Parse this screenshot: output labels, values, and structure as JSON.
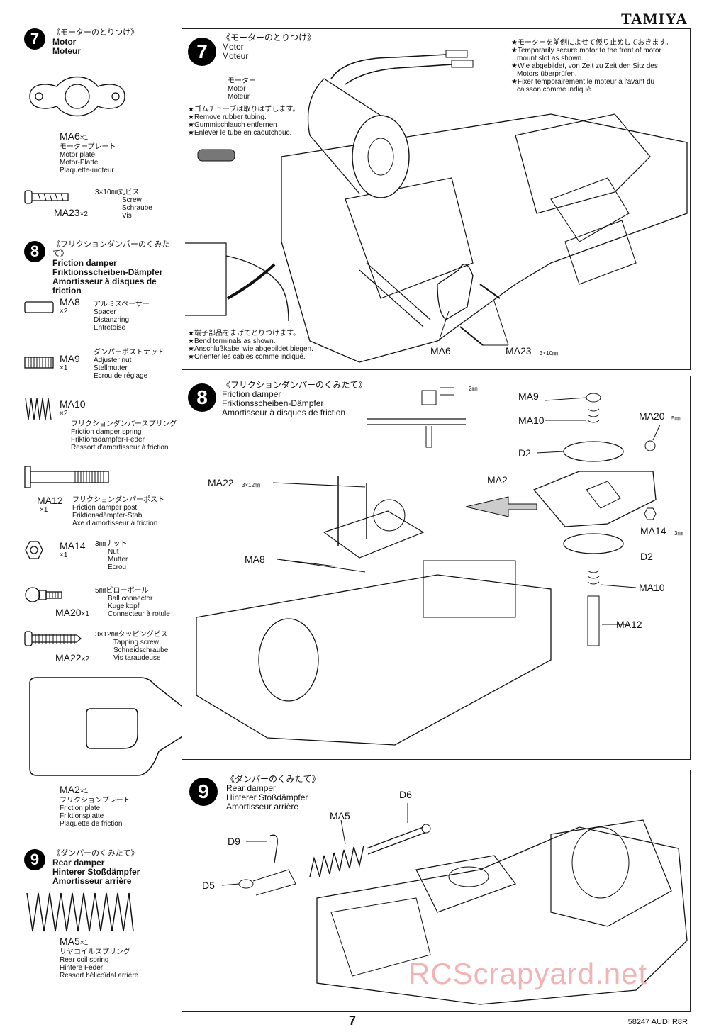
{
  "header": {
    "brand": "TAMIYA"
  },
  "footer": {
    "code": "58247 AUDI R8R",
    "page": "7"
  },
  "watermark": "RCScrapyard.net",
  "sidebar": {
    "step7": {
      "num": "7",
      "jp": "《モーターのとりつけ》",
      "en": "Motor",
      "fr": "Moteur",
      "parts": [
        {
          "id": "MA6",
          "qty": "×1",
          "jp": "モータープレート",
          "en": "Motor plate",
          "de": "Motor-Platte",
          "fr": "Plaquette-moteur"
        },
        {
          "id": "MA23",
          "qty": "×2",
          "size": "3×10㎜丸ビス",
          "en": "Screw",
          "de": "Schraube",
          "fr": "Vis"
        }
      ]
    },
    "step8": {
      "num": "8",
      "jp": "《フリクションダンパーのくみたて》",
      "en": "Friction damper",
      "de": "Friktionsscheiben-Dämpfer",
      "fr": "Amortisseur à disques de friction",
      "parts": [
        {
          "id": "MA8",
          "qty": "×2",
          "jp": "アルミスペーサー",
          "en": "Spacer",
          "de": "Distanzring",
          "fr": "Entretoise"
        },
        {
          "id": "MA9",
          "qty": "×1",
          "jp": "ダンパーポストナット",
          "en": "Adjuster nut",
          "de": "Stellmutter",
          "fr": "Ecrou de réglage"
        },
        {
          "id": "MA10",
          "qty": "×2",
          "jp": "フリクションダンパースプリング",
          "en": "Friction damper spring",
          "de": "Friktionsdämpfer-Feder",
          "fr": "Ressort d'amortisseur à friction"
        },
        {
          "id": "MA12",
          "qty": "×1",
          "jp": "フリクションダンパーポスト",
          "en": "Friction damper post",
          "de": "Friktionsdämpfer-Stab",
          "fr": "Axe d'amortisseur à friction"
        },
        {
          "id": "MA14",
          "qty": "×1",
          "size": "3㎜ナット",
          "en": "Nut",
          "de": "Mutter",
          "fr": "Ecrou"
        },
        {
          "id": "MA20",
          "qty": "×1",
          "size": "5㎜ピローボール",
          "en": "Ball connector",
          "de": "Kugelkopf",
          "fr": "Connecteur à rotule"
        },
        {
          "id": "MA22",
          "qty": "×2",
          "size": "3×12㎜タッピングビス",
          "en": "Tapping screw",
          "de": "Schneidschraube",
          "fr": "Vis taraudeuse"
        },
        {
          "id": "MA2",
          "qty": "×1",
          "jp": "フリクションプレート",
          "en": "Friction plate",
          "de": "Friktionsplatte",
          "fr": "Plaquette de friction"
        }
      ]
    },
    "step9": {
      "num": "9",
      "jp": "《ダンパーのくみたて》",
      "en": "Rear damper",
      "de": "Hinterer Stoßdämpfer",
      "fr": "Amortisseur arrière",
      "parts": [
        {
          "id": "MA5",
          "qty": "×1",
          "jp": "リヤコイルスプリング",
          "en": "Rear coil spring",
          "de": "Hintere Feder",
          "fr": "Ressort hélicoïdal arrière"
        }
      ]
    }
  },
  "panel7": {
    "num": "7",
    "jp": "《モーターのとりつけ》",
    "en": "Motor",
    "fr": "Moteur",
    "motor_label": {
      "jp": "モーター",
      "en": "Motor",
      "fr": "Moteur"
    },
    "note_tube": [
      "★ゴムチューブは取りはずします。",
      "★Remove rubber tubing.",
      "★Gummischlauch entfernen",
      "★Enlever le tube en caoutchouc."
    ],
    "note_motor": [
      "★モーターを前側によせて仮り止めしておきます。",
      "★Temporarily secure motor to the front of motor",
      "mount slot as shown.",
      "★Wie abgebildet, von Zeit zu Zeit den Sitz des",
      "Motors überprüfen.",
      "★Fixer temporairement le moteur à l'avant du",
      "caisson comme indiqué."
    ],
    "note_bend": [
      "★端子部品をまげてとりつけます。",
      "★Bend terminals as shown.",
      "★Anschlußkabel wie abgebildet biegen.",
      "★Orienter les cables comme indiqué."
    ],
    "callouts": {
      "ma6": "MA6",
      "ma23": "MA23",
      "ma23_size": "3×10㎜"
    }
  },
  "panel8": {
    "num": "8",
    "jp": "《フリクションダンパーのくみたて》",
    "en": "Friction damper",
    "de": "Friktionsscheiben-Dämpfer",
    "fr": "Amortisseur à disques de friction",
    "gap": "2㎜",
    "callouts": {
      "ma9": "MA9",
      "ma10a": "MA10",
      "ma20": "MA20",
      "ma20_size": "5㎜",
      "d2a": "D2",
      "ma2": "MA2",
      "ma22": "MA22",
      "ma22_size": "3×12㎜",
      "ma14": "MA14",
      "ma14_size": "3㎜",
      "d2b": "D2",
      "ma8": "MA8",
      "ma10b": "MA10",
      "ma12": "MA12"
    }
  },
  "panel9": {
    "num": "9",
    "jp": "《ダンパーのくみたて》",
    "en": "Rear damper",
    "de": "Hinterer Stoßdämpfer",
    "fr": "Amortisseur arrière",
    "callouts": {
      "d6": "D6",
      "ma5": "MA5",
      "d9": "D9",
      "d5": "D5"
    }
  }
}
